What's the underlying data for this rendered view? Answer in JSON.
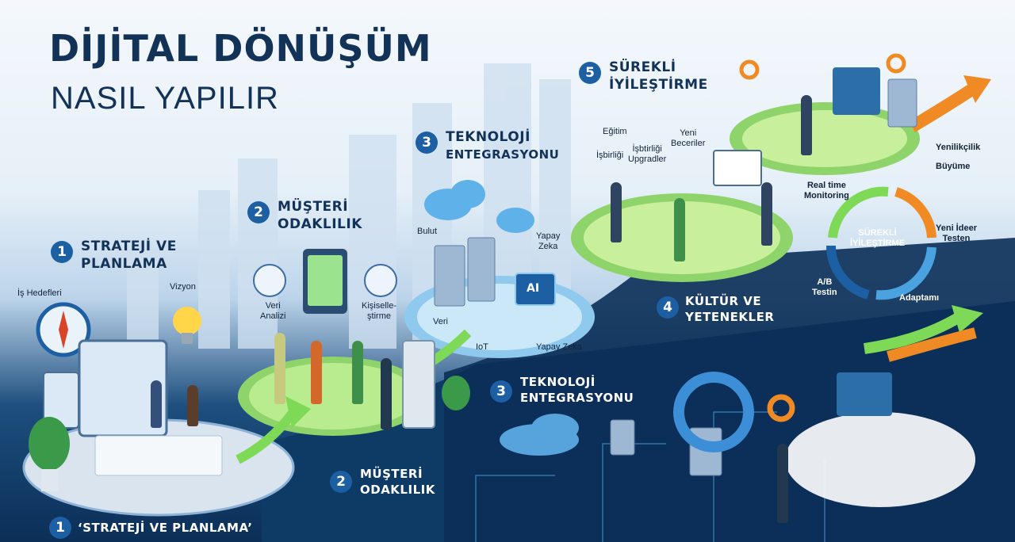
{
  "title": {
    "line1": "DİJİTAL DÖNÜŞÜM",
    "line2": "NASIL YAPILIR"
  },
  "steps": [
    {
      "number": "1",
      "label_line1": "STRATEJİ VE",
      "label_line2": "PLANLAMA"
    },
    {
      "number": "2",
      "label_line1": "MÜŞTERİ",
      "label_line2": "ODAKLILIK"
    },
    {
      "number": "3",
      "label_line1": "TEKNOLOJİ",
      "label_line2": "ENTEGRASYONU"
    },
    {
      "number": "4",
      "label_line1": "KÜLTÜR VE",
      "label_line2": "YETENEKLER"
    },
    {
      "number": "5",
      "label_line1": "SÜREKLİ",
      "label_line2": "İYİLEŞTİRME"
    }
  ],
  "bottom_steps": [
    {
      "number": "1",
      "label": "‘STRATEJİ VE PLANLAMA’"
    },
    {
      "number": "2",
      "label_line1": "MÜŞTERİ",
      "label_line2": "ODAKLILIK"
    },
    {
      "number": "3",
      "label_line1": "TEKNOLOJİ",
      "label_line2": "ENTEGRASYONU"
    }
  ],
  "step1_labels": {
    "goals": "İş Hedefleri",
    "vision": "Vizyon"
  },
  "step2_labels": {
    "data_analysis_1": "Veri",
    "data_analysis_2": "Analizi",
    "personal_1": "Kişiselle-",
    "personal_2": "ştirme"
  },
  "step3_labels": {
    "cloud": "Bulut",
    "ai_1": "Yapay",
    "ai_2": "Zeka",
    "data": "Veri",
    "iot": "IoT",
    "ai_full": "Yapay Zeka",
    "chip": "AI"
  },
  "step4_labels": {
    "training": "Eğitim",
    "collab": "İşbirliği",
    "collab2_1": "İşbtirliği",
    "collab2_2": "Upgradler",
    "skills_1": "Yeni",
    "skills_2": "Beceriler"
  },
  "cycle": {
    "center_1": "SÜREKLİ",
    "center_2": "İYİLEŞTİRME",
    "realtime_1": "Real time",
    "realtime_2": "Monitoring",
    "innovation": "Yenilikçilik",
    "growth": "Büyüme",
    "newidea_1": "Yeni İdeer",
    "newidea_2": "Testen",
    "ab_1": "A/B",
    "ab_2": "Testin",
    "adapt": "Adaptamı"
  },
  "colors": {
    "navy": "#123257",
    "accent_blue": "#1d5fa3",
    "green": "#7ed957",
    "orange": "#f08a24"
  }
}
